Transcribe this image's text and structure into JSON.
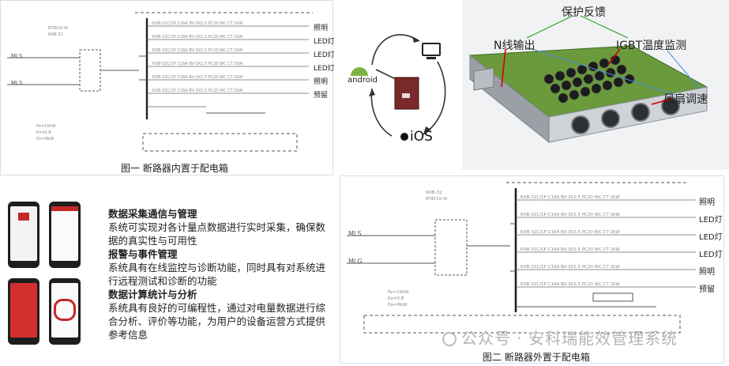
{
  "fig1": {
    "caption": "图一  断路器内置于配电箱",
    "loads": [
      "照明",
      "LED灯",
      "LED灯",
      "LED灯",
      "照明",
      "预留"
    ],
    "inputs": [
      "MLS",
      "MLS"
    ]
  },
  "network": {
    "android_label": "android",
    "ios_label": "iOS"
  },
  "board": {
    "labels": {
      "protection": "保护反馈",
      "n_output": "N线输出",
      "igbt": "IGBT温度监测",
      "fan": "风扇调速"
    }
  },
  "features": [
    {
      "title": "数据采集通信与管理",
      "body": "系统可实现对各计量点数据进行实时采集，确保数据的真实性与可用性"
    },
    {
      "title": "报警与事件管理",
      "body": "系统具有在线监控与诊断功能，同时具有对系统进行远程测试和诊断的功能"
    },
    {
      "title": "数据计算统计与分析",
      "body": "系统具有良好的可编程性，通过对电量数据进行综合分析、评价等功能，为用户的设备运营方式提供参考信息"
    }
  ],
  "fig2": {
    "caption": "图二  断路器外置于配电箱",
    "loads": [
      "照明",
      "LED灯",
      "LED灯",
      "LED灯",
      "照明",
      "预留"
    ],
    "inputs": [
      "MLS",
      "MLG"
    ]
  },
  "watermark": "公众号 · 安科瑞能效管理系统"
}
